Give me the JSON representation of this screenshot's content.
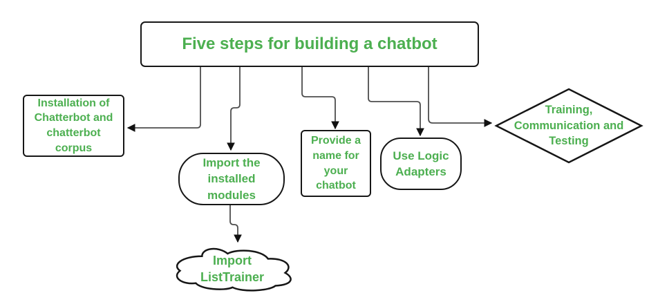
{
  "colors": {
    "accent_green": "#4caf50",
    "shape_border": "#161616",
    "connector_gray": "#4d4d4d",
    "arrowhead_black": "#111111",
    "background": "#ffffff"
  },
  "title": {
    "label": "Five steps for building a chatbot"
  },
  "nodes": {
    "installation": {
      "shape": "rectangle",
      "label": "Installation of\nChatterbot and\nchatterbot\ncorpus"
    },
    "import_modules": {
      "shape": "rounded-rectangle",
      "label": "Import the\ninstalled\nmodules"
    },
    "import_listtrainer": {
      "shape": "cloud",
      "label": "Import\nListTrainer"
    },
    "provide_name": {
      "shape": "rectangle",
      "label": "Provide a\nname for\nyour\nchatbot"
    },
    "logic_adapters": {
      "shape": "rounded-rectangle",
      "label": "Use Logic\nAdapters"
    },
    "training": {
      "shape": "diamond",
      "label": "Training,\nCommunication and\nTesting"
    }
  },
  "edges": [
    {
      "from": "title",
      "to": "installation"
    },
    {
      "from": "title",
      "to": "import_modules"
    },
    {
      "from": "title",
      "to": "provide_name"
    },
    {
      "from": "title",
      "to": "logic_adapters"
    },
    {
      "from": "title",
      "to": "training"
    },
    {
      "from": "import_modules",
      "to": "import_listtrainer"
    }
  ]
}
